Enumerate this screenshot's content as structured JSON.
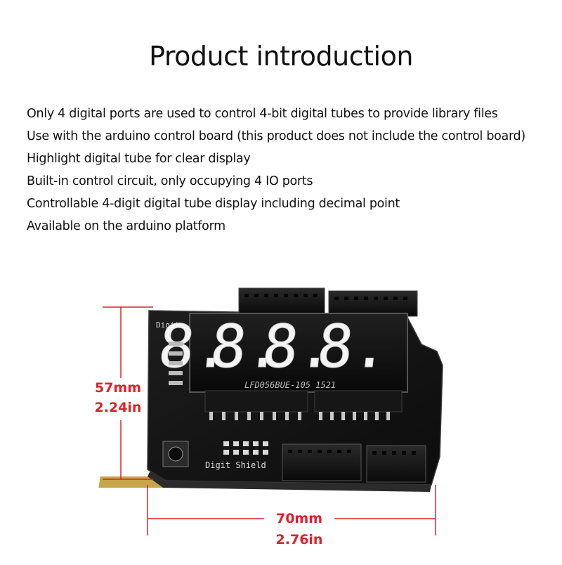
{
  "title": "Product introduction",
  "features": [
    "Only 4 digital ports are used to control 4-bit digital tubes to provide library files",
    "Use with the arduino control board (this product does not include the control board)",
    "Highlight digital tube for clear display",
    "Built-in control circuit, only occupying 4 IO ports",
    "Controllable 4-digit digital tube display including decimal point",
    "Available on the arduino platform"
  ],
  "dimensions": {
    "height_mm": "57mm",
    "height_in": "2.24in",
    "width_mm": "70mm",
    "width_in": "2.76in"
  },
  "board": {
    "top_label": "Digit",
    "bottom_label": "Digit Shield",
    "display_model": "LFD056BUE-105 1521",
    "display_digits": [
      "8.",
      "8.",
      "8.",
      "8."
    ]
  },
  "colors": {
    "dimension_red": "#e0202a",
    "pcb_black": "#141414"
  }
}
